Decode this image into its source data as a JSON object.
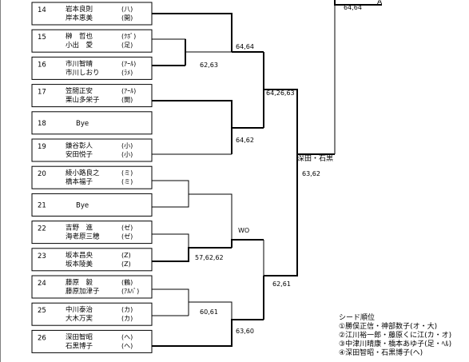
{
  "entries": [
    {
      "num": "14",
      "players": [
        {
          "name": "岩本良則",
          "club": "(八)"
        },
        {
          "name": "岸本恵美",
          "club": "(開)"
        }
      ]
    },
    {
      "num": "15",
      "players": [
        {
          "name": "榊　哲也",
          "club": "(ｸﾎﾞ)"
        },
        {
          "name": "小出　愛",
          "club": "(足)"
        }
      ]
    },
    {
      "num": "16",
      "players": [
        {
          "name": "市川智晴",
          "club": "(ｱｰﾙ)"
        },
        {
          "name": "市川しおり",
          "club": "(ﾗﾒ)"
        }
      ]
    },
    {
      "num": "17",
      "players": [
        {
          "name": "笠間正安",
          "club": "(ｱｰﾙ)"
        },
        {
          "name": "栗山多栄子",
          "club": "(開)"
        }
      ]
    },
    {
      "num": "18",
      "players": [
        {
          "name": "Bye",
          "club": ""
        }
      ]
    },
    {
      "num": "19",
      "players": [
        {
          "name": "鎌谷彰人",
          "club": "(小)"
        },
        {
          "name": "安田悦子",
          "club": "(小)"
        }
      ]
    },
    {
      "num": "20",
      "players": [
        {
          "name": "綾小路良之",
          "club": "(ミ)"
        },
        {
          "name": "橋本福子",
          "club": "(ミ)"
        }
      ]
    },
    {
      "num": "21",
      "players": [
        {
          "name": "Bye",
          "club": ""
        }
      ]
    },
    {
      "num": "22",
      "players": [
        {
          "name": "吉野　進",
          "club": "(ゼ)"
        },
        {
          "name": "海老原三穂",
          "club": "(ゼ)"
        }
      ]
    },
    {
      "num": "23",
      "players": [
        {
          "name": "坂本昌央",
          "club": "(Z)"
        },
        {
          "name": "坂本陵美",
          "club": "(Z)"
        }
      ]
    },
    {
      "num": "24",
      "players": [
        {
          "name": "藤原　毅",
          "club": "(鶴)"
        },
        {
          "name": "藤原加津子",
          "club": "(ｱﾙﾊﾞ)"
        }
      ]
    },
    {
      "num": "25",
      "players": [
        {
          "name": "中川泰治",
          "club": "(カ)"
        },
        {
          "name": "大木万実",
          "club": "(カ)"
        }
      ]
    },
    {
      "num": "26",
      "players": [
        {
          "name": "深田智昭",
          "club": "(ヘ)"
        },
        {
          "name": "石黒博子",
          "club": "(ヘ)"
        }
      ]
    }
  ],
  "scores": {
    "r1_15_16": "62,63",
    "r2_14_1516": "64,64",
    "r2_17_19": "64,62",
    "r3_top": "64,26,63",
    "r2_22_23": "57,62,62",
    "r2_2021_2223": "WO",
    "r1_24_25": "60,61",
    "r2_2425_26": "63,60",
    "r3_bottom": "62,61",
    "semi": "63,62",
    "top_right": "64,64"
  },
  "semi_winner": "深田・石黒",
  "top_right_label": "A",
  "seeds": {
    "title": "シード順位",
    "list": [
      "①勝俣正信・神部数子(オ・大)",
      "②江川裕一郎・藤原くに江(カ・オ)",
      "③中津川晴康・橋本あゆ子(足・ﾍﾙ)",
      "④深田智昭・石黒博子(ヘ)"
    ]
  }
}
